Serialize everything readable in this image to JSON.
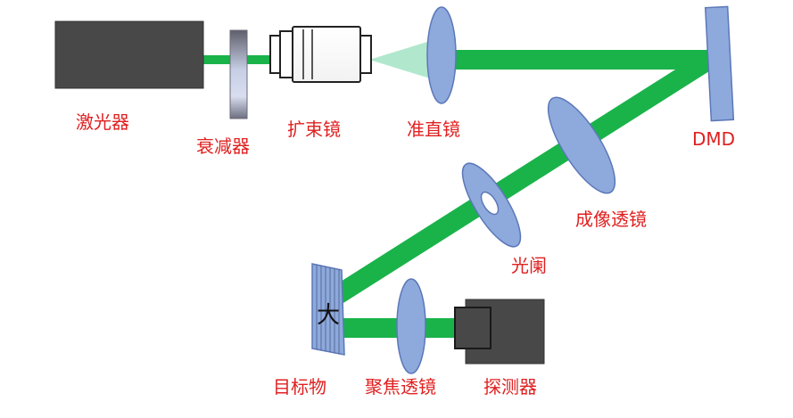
{
  "colors": {
    "beam": "#19b34a",
    "laser_body": "#484848",
    "optic_fill": "#8ea9dc",
    "optic_stroke": "#5b78b8",
    "label": "#e02020",
    "cone": "#a8e6c8"
  },
  "labels": {
    "laser": "激光器",
    "attenuator": "衰减器",
    "beam_expander": "扩束镜",
    "collimator": "准直镜",
    "dmd": "DMD",
    "imaging_lens": "成像透镜",
    "aperture": "光阑",
    "target": "目标物",
    "focusing_lens": "聚焦透镜",
    "detector": "探测器"
  },
  "target_glyph": "大"
}
